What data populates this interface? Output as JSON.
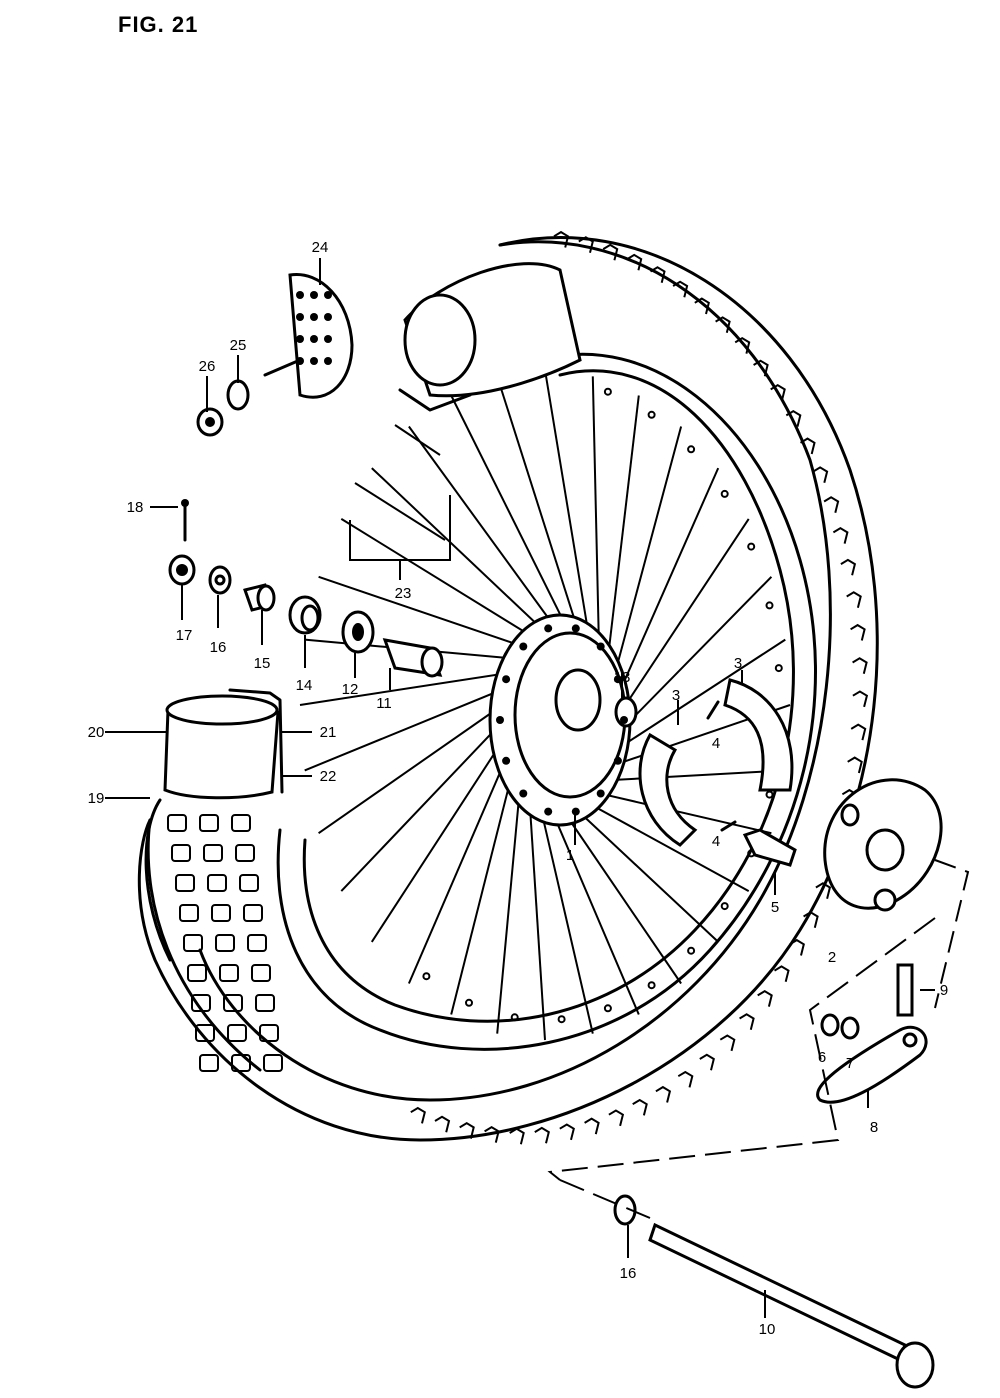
{
  "figure": {
    "title": "FIG. 21"
  },
  "parts": [
    {
      "id": "p1",
      "label": "1"
    },
    {
      "id": "p2",
      "label": "2"
    },
    {
      "id": "p3a",
      "label": "3"
    },
    {
      "id": "p3b",
      "label": "3"
    },
    {
      "id": "p4a",
      "label": "4"
    },
    {
      "id": "p4b",
      "label": "4"
    },
    {
      "id": "p5",
      "label": "5"
    },
    {
      "id": "p6",
      "label": "6"
    },
    {
      "id": "p7",
      "label": "7"
    },
    {
      "id": "p8",
      "label": "8"
    },
    {
      "id": "p9",
      "label": "9"
    },
    {
      "id": "p10",
      "label": "10"
    },
    {
      "id": "p11",
      "label": "11"
    },
    {
      "id": "p12",
      "label": "12"
    },
    {
      "id": "p13",
      "label": "13"
    },
    {
      "id": "p14",
      "label": "14"
    },
    {
      "id": "p15",
      "label": "15"
    },
    {
      "id": "p16a",
      "label": "16"
    },
    {
      "id": "p16b",
      "label": "16"
    },
    {
      "id": "p17",
      "label": "17"
    },
    {
      "id": "p18",
      "label": "18"
    },
    {
      "id": "p19",
      "label": "19"
    },
    {
      "id": "p20",
      "label": "20"
    },
    {
      "id": "p21",
      "label": "21"
    },
    {
      "id": "p22",
      "label": "22"
    },
    {
      "id": "p23",
      "label": "23"
    },
    {
      "id": "p24",
      "label": "24"
    },
    {
      "id": "p25",
      "label": "25"
    },
    {
      "id": "p26",
      "label": "26"
    }
  ]
}
